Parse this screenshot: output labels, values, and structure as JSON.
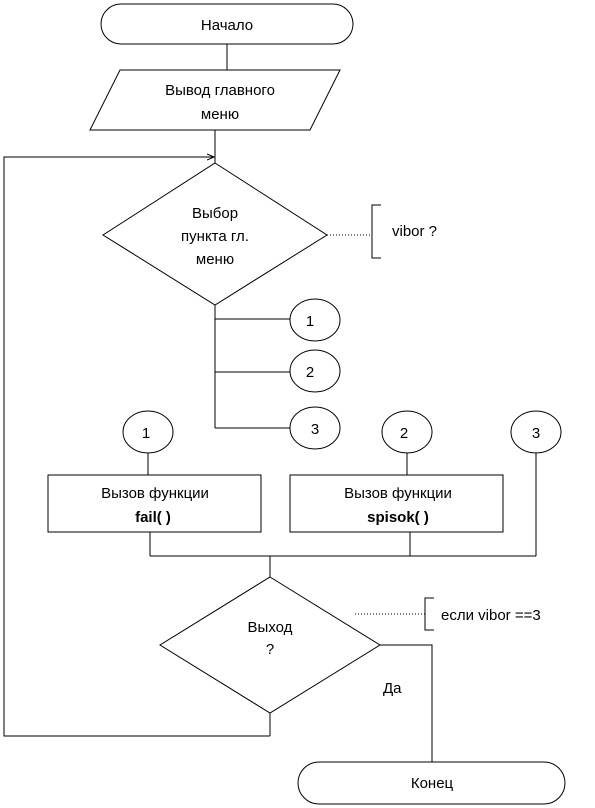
{
  "diagram": {
    "start": "Начало",
    "output_menu": [
      "Вывод главного",
      "меню"
    ],
    "decision_select": [
      "Выбор",
      "пункта гл.",
      "меню"
    ],
    "comment_select": "vibor ?",
    "connectors": {
      "c1": "1",
      "c2": "2",
      "c3": "3"
    },
    "call_fail": {
      "line1": "Вызов функции",
      "line2": "fail( )"
    },
    "call_spisok": {
      "line1": "Вызов функции",
      "line2": "spisok( )"
    },
    "decision_exit": [
      "Выход",
      "?"
    ],
    "comment_exit": "если vibor ==3",
    "yes_label": "Да",
    "end": "Конец"
  }
}
